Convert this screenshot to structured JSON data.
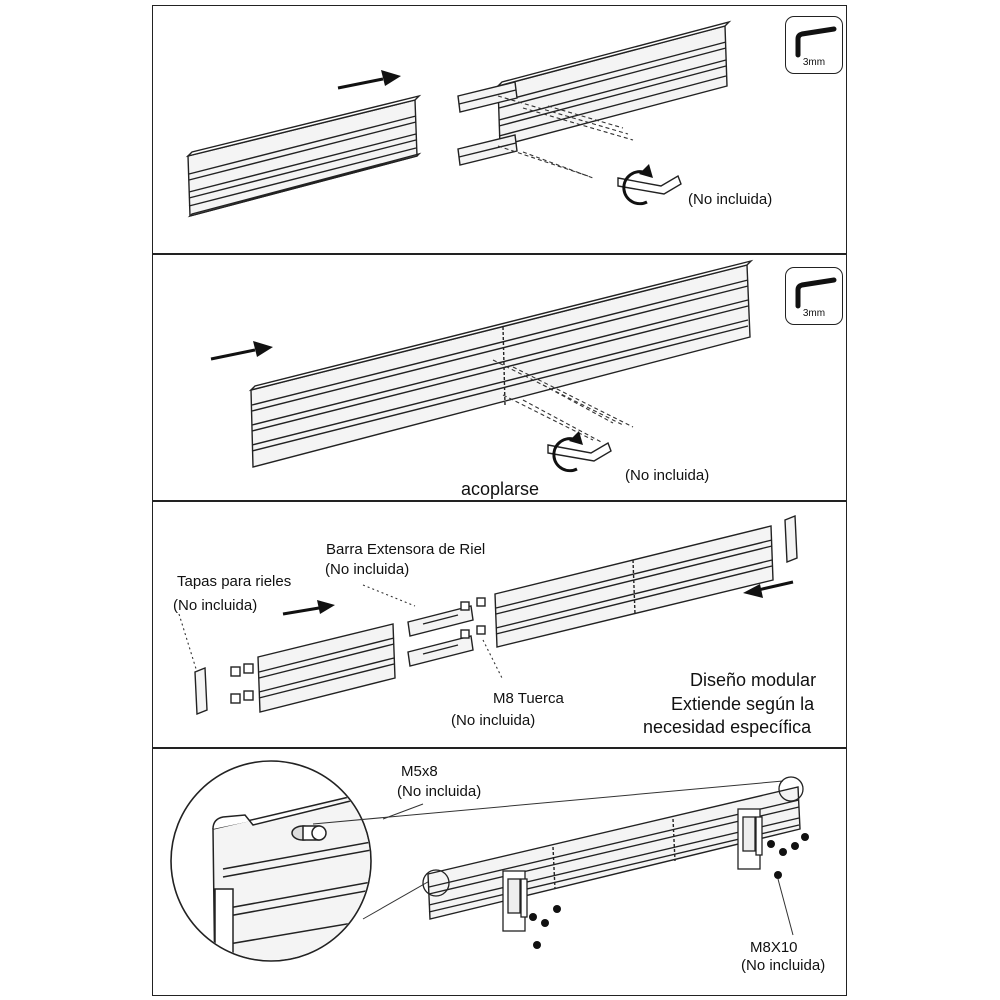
{
  "panels": {
    "step1": {
      "tool_label": "3mm",
      "tool_icon": "hex-key-icon",
      "note": "(No incluida)"
    },
    "step2": {
      "tool_label": "3mm",
      "tool_icon": "hex-key-icon",
      "note": "(No incluida)",
      "action": "acoplarse"
    },
    "step3": {
      "extension_bar": "Barra Extensora de Riel",
      "extension_bar_note": "(No incluida)",
      "rail_caps": "Tapas para rieles",
      "rail_caps_note": "(No incluida)",
      "nut": "M8 Tuerca",
      "nut_note": "(No incluida)",
      "modular_line1": "Diseño modular",
      "modular_line2": "Extiende según la",
      "modular_line3": "necesidad específica"
    },
    "step4": {
      "screw_small": "M5x8",
      "screw_small_note": "(No incluida)",
      "screw_large": "M8X10",
      "screw_large_note": "(No incluida)"
    }
  },
  "colors": {
    "line": "#222222",
    "rail_fill": "#f4f4f4",
    "dark": "#111111"
  }
}
